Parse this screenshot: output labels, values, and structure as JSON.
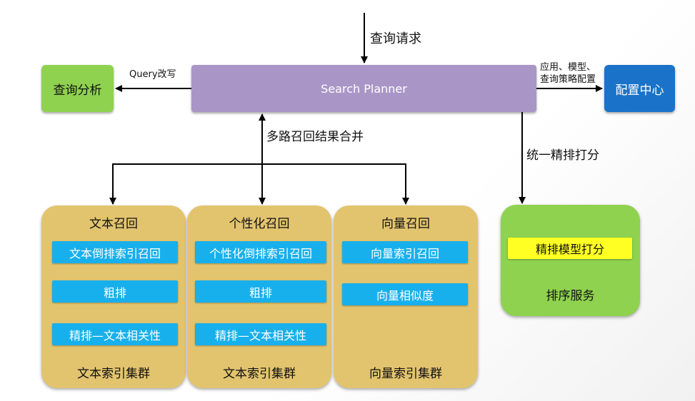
{
  "edges": {
    "query_request": "查询请求",
    "query_rewrite": "Query改写",
    "config_line1": "应用、模型、",
    "config_line2": "查询策略配置",
    "merge_recall": "多路召回结果合并",
    "unified_rank": "统一精排打分"
  },
  "nodes": {
    "planner": "Search Planner",
    "query_analysis": "查询分析",
    "config_center": "配置中心"
  },
  "clusters": [
    {
      "title": "文本召回",
      "steps": [
        "文本倒排索引召回",
        "粗排",
        "精排—文本相关性"
      ],
      "footer": "文本索引集群"
    },
    {
      "title": "个性化召回",
      "steps": [
        "个性化倒排索引召回",
        "粗排",
        "精排—文本相关性"
      ],
      "footer": "文本索引集群"
    },
    {
      "title": "向量召回",
      "steps": [
        "向量索引召回",
        "向量相似度"
      ],
      "footer": "向量索引集群"
    }
  ],
  "ranking": {
    "model": "精排模型打分",
    "footer": "排序服务"
  },
  "colors": {
    "planner": "#a996c6",
    "green": "#8fd24f",
    "blue": "#1a73c8",
    "cluster": "#e3c46e",
    "step": "#18b0ec",
    "highlight": "#ffff24"
  }
}
